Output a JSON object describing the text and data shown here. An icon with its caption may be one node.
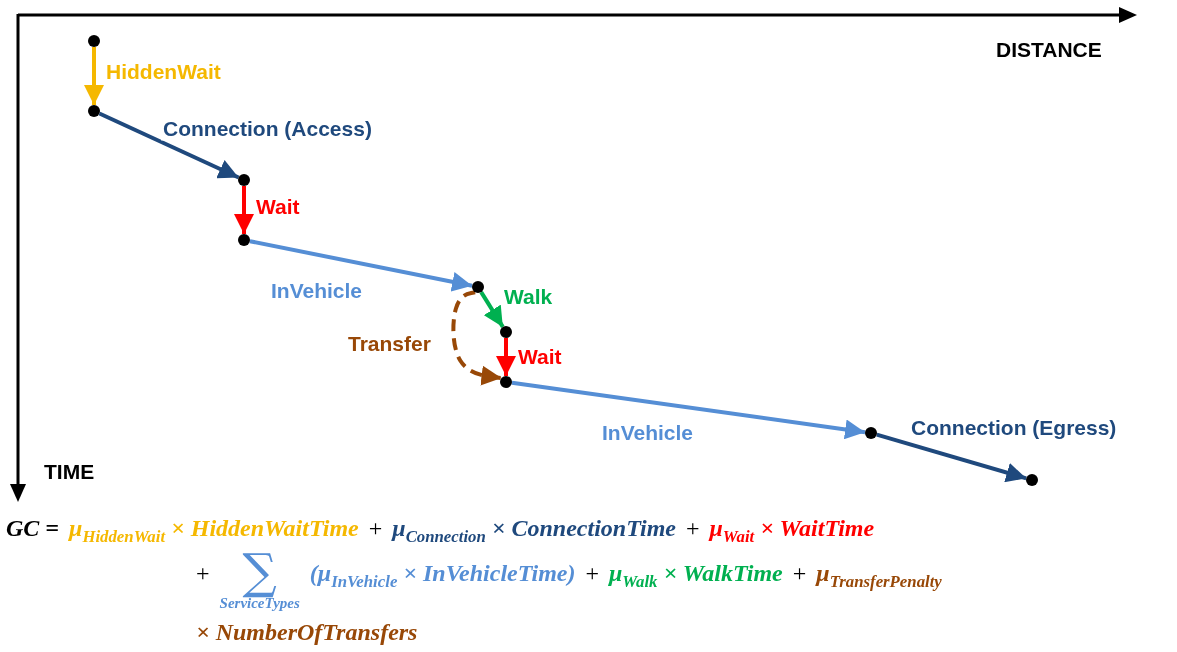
{
  "diagram": {
    "nodes": [
      {
        "text": [],
        "shape": "circle"
      },
      {
        "text": [],
        "shape": "circle"
      },
      {
        "text": [],
        "shape": "circle"
      },
      {
        "text": [],
        "shape": "circle"
      },
      {
        "text": [],
        "shape": "circle"
      },
      {
        "text": [],
        "shape": "circle"
      },
      {
        "text": [],
        "shape": "circle"
      },
      {
        "text": [],
        "shape": "circle"
      },
      {
        "text": [],
        "shape": "circle"
      }
    ],
    "edges": [
      {
        "from": 0,
        "to": 1,
        "arrow": "to",
        "label": "HiddenWait",
        "color": "#f5b800"
      },
      {
        "from": 1,
        "to": 2,
        "arrow": "to",
        "label": "Connection (Access)",
        "color": "#1f497d"
      },
      {
        "from": 2,
        "to": 3,
        "arrow": "to",
        "label": "Wait",
        "color": "#ff0000"
      },
      {
        "from": 3,
        "to": 4,
        "arrow": "to",
        "label": "InVehicle",
        "color": "#558ed5"
      },
      {
        "from": 4,
        "to": 5,
        "arrow": "to",
        "label": "Walk",
        "color": "#00b050"
      },
      {
        "from": 4,
        "to": 6,
        "arrow": "to",
        "label": "Transfer",
        "style": "dashed",
        "color": "#984807"
      },
      {
        "from": 5,
        "to": 6,
        "arrow": "to",
        "label": "Wait",
        "color": "#ff0000"
      },
      {
        "from": 6,
        "to": 7,
        "arrow": "to",
        "label": "InVehicle",
        "color": "#558ed5"
      },
      {
        "from": 7,
        "to": 8,
        "arrow": "to",
        "label": "Connection (Egress)",
        "color": "#1f497d"
      }
    ],
    "labels": [
      "DISTANCE",
      "TIME",
      "GC =",
      "μ$_{HiddenWait}$ × HiddenWaitTime",
      "+",
      "μ$_{Connection}$ × ConnectionTime",
      "+",
      "μ$_{Wait}$ × WaitTime",
      "+",
      "∑",
      "ServiceTypes",
      "(μ$_{InVehicle}$ × InVehicleTime)",
      "+",
      "μ$_{Walk}$ × WalkTime",
      "+",
      "μ$_{TransferPenalty}$",
      "× NumberOfTransfers"
    ]
  }
}
